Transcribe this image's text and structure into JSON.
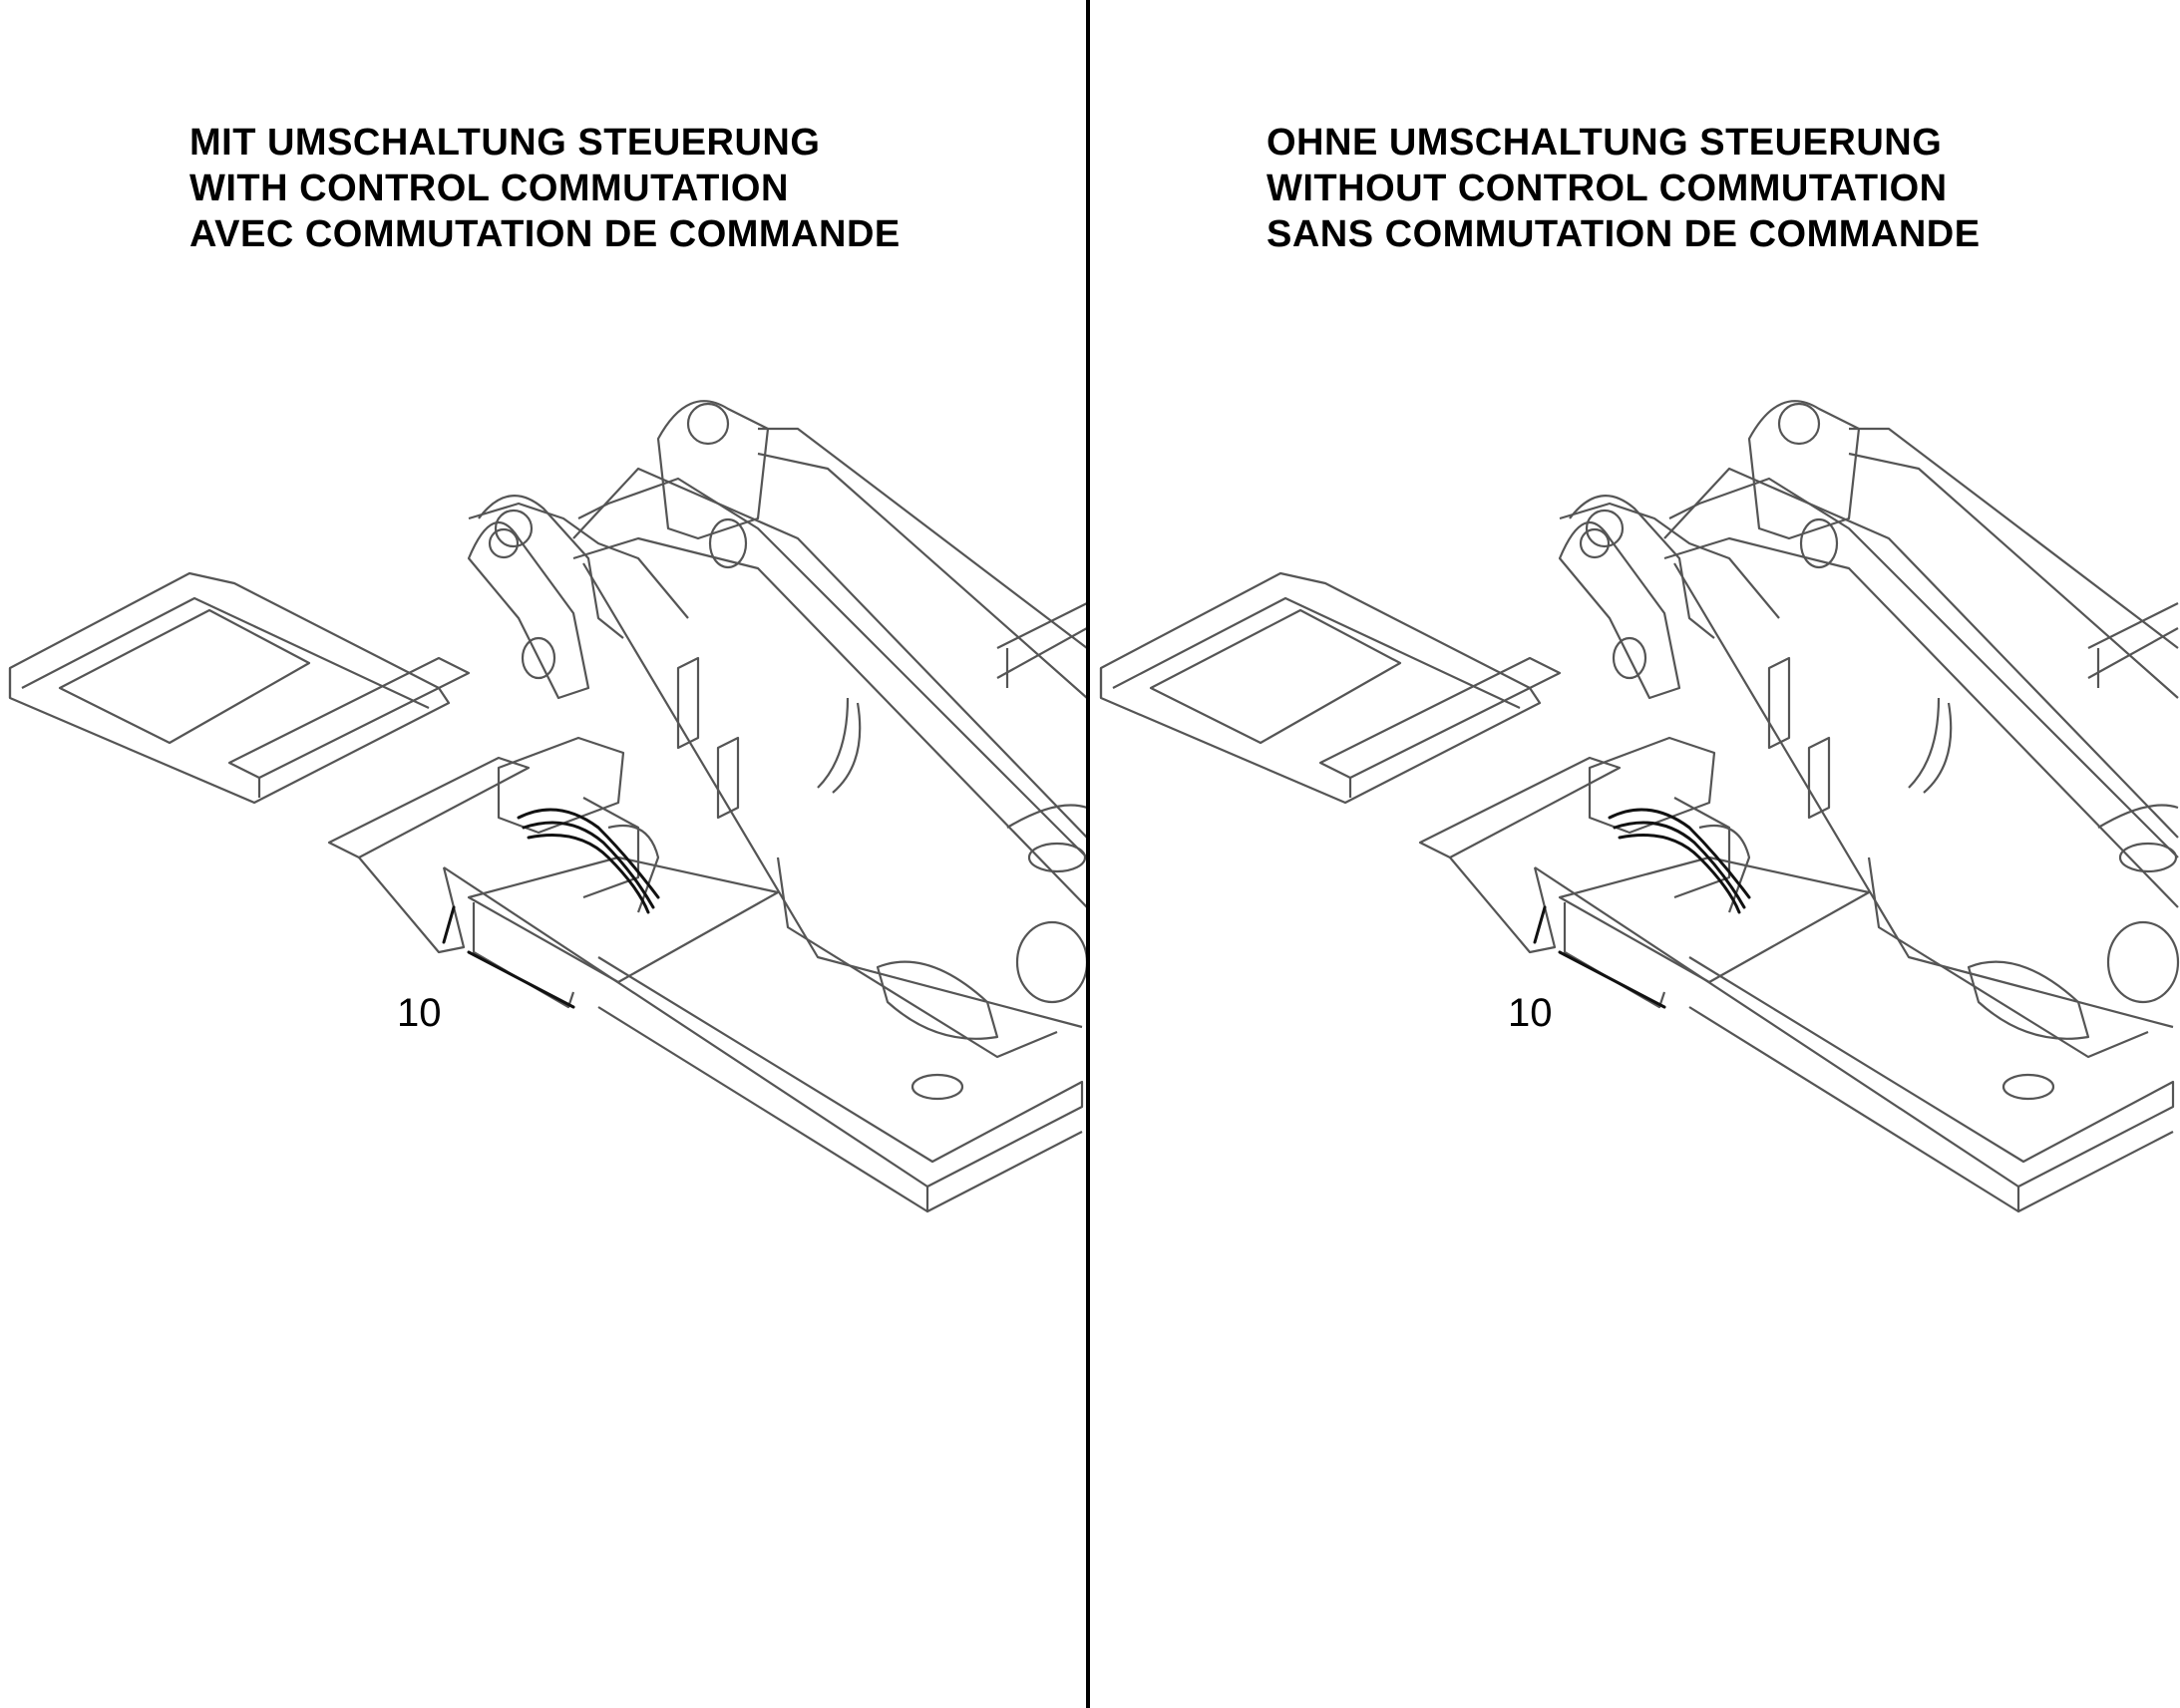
{
  "left_panel": {
    "title_de": "MIT UMSCHALTUNG STEUERUNG",
    "title_en": "WITH CONTROL COMMUTATION",
    "title_fr": "AVEC COMMUTATION DE COMMANDE",
    "callout": "10"
  },
  "right_panel": {
    "title_de": "OHNE UMSCHALTUNG STEUERUNG",
    "title_en": "WITHOUT CONTROL COMMUTATION",
    "title_fr": "SANS COMMUTATION DE COMMANDE",
    "callout": "10"
  },
  "colors": {
    "line": "#000000",
    "drawing": "#555555",
    "background": "#ffffff"
  }
}
